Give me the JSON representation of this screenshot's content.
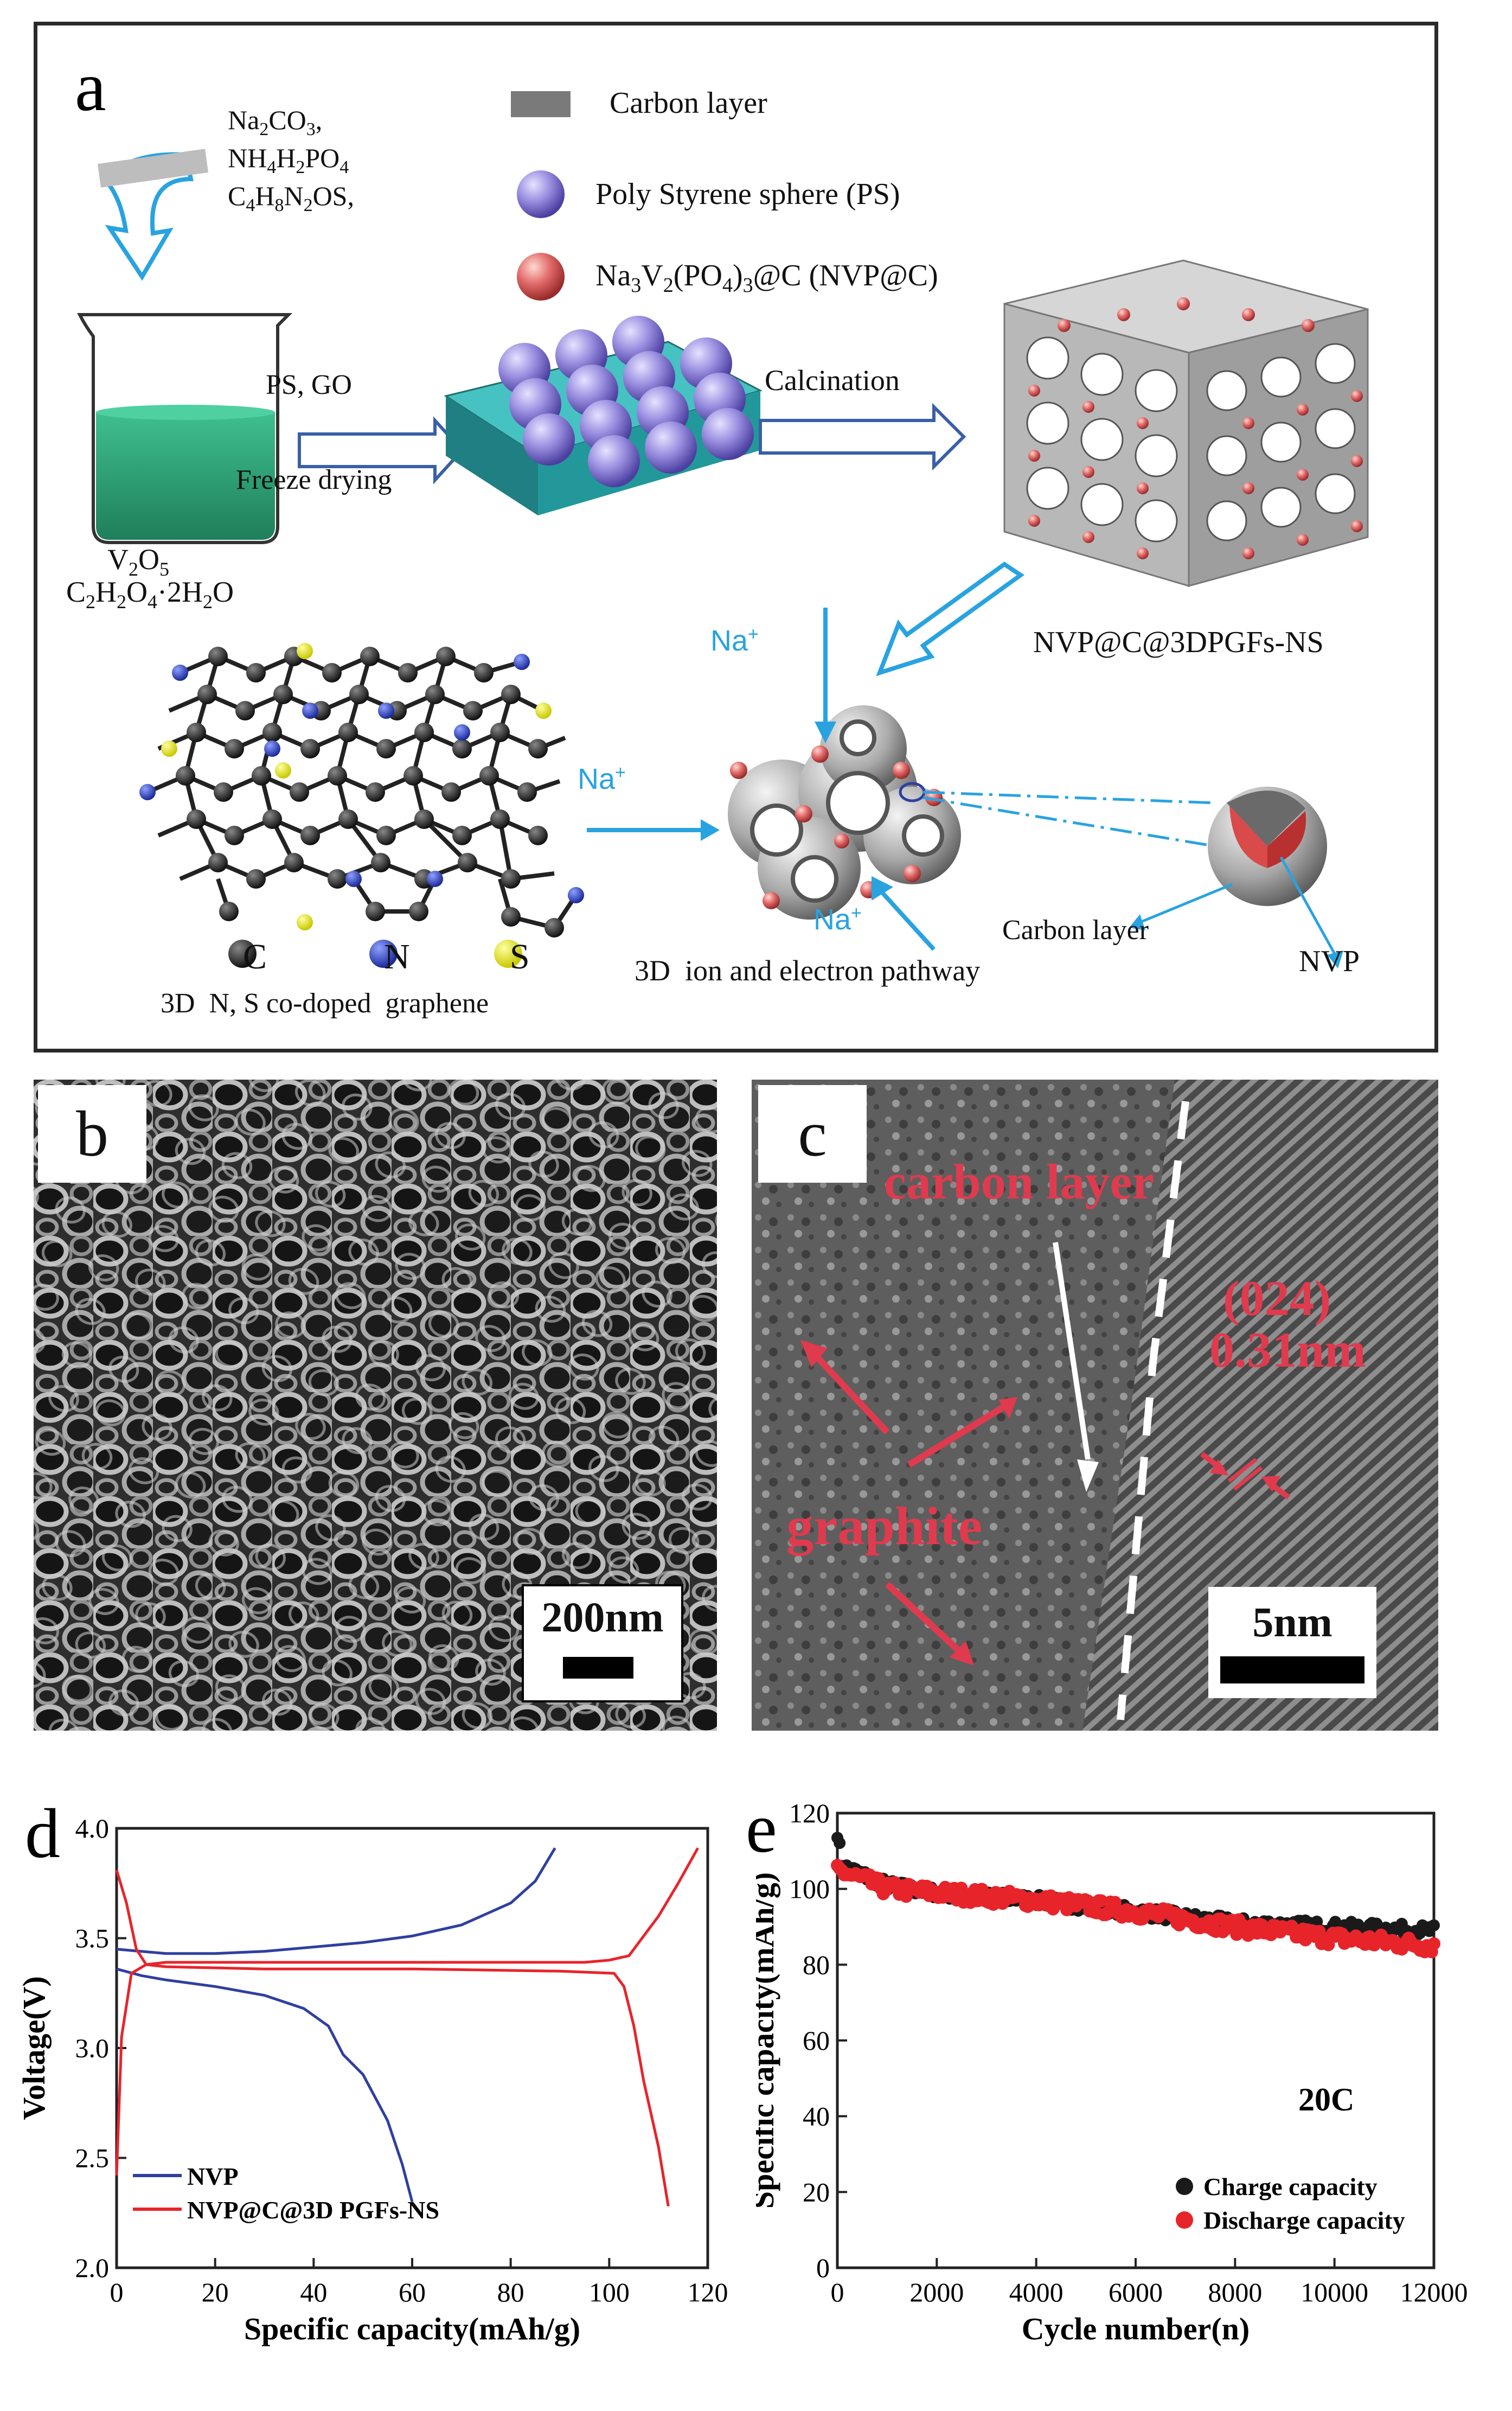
{
  "panel_a": {
    "letter": "a",
    "legend": [
      {
        "label": "Carbon layer",
        "icon": "carbon-layer-swatch"
      },
      {
        "label": "Poly Styrene sphere (PS)",
        "icon": "ps-sphere-icon"
      },
      {
        "label": "Na3V2(PO4)3@C (NVP@C)",
        "icon": "nvp-sphere-icon"
      }
    ],
    "reagents": [
      "Na2CO3,",
      "NH4H2PO4",
      "C4H8N2OS,"
    ],
    "beaker_label": [
      "V2O5",
      "C2H2O4·2H2O"
    ],
    "step1_top": "PS, GO",
    "step1_bottom": "Freeze drying",
    "step2": "Calcination",
    "product": "NVP@C@3DPGFs-NS",
    "graphene_legend": {
      "C": "C",
      "N": "N",
      "S": "S"
    },
    "graphene_caption": "3D  N, S co-doped  graphene",
    "pathway_caption": "3D  ion and electron pathway",
    "na_ion": "Na",
    "na_sup": "+",
    "carbon_layer": "Carbon layer",
    "nvp": "NVP",
    "colors": {
      "arrow_blue": "#29a3e0",
      "carbon_grey": "#7a7a7a",
      "ps_purple": "#9a8fe0",
      "nvp_red": "#e26b6b",
      "substrate": "#2aa7a7"
    }
  },
  "panel_b": {
    "letter": "b",
    "scale": "200nm"
  },
  "panel_c": {
    "letter": "c",
    "carbon_layer": "carbon layer",
    "graphite": "graphite",
    "plane": "(024)",
    "spacing": "0.31nm",
    "scale": "5nm",
    "label_color": "#e03a4e"
  },
  "panel_d": {
    "letter": "d"
  },
  "panel_e": {
    "letter": "e",
    "rate": "20C"
  },
  "chart_data": [
    {
      "type": "line",
      "xlabel": "Specific capacity(mAh/g)",
      "ylabel": "Voltage(V)",
      "xlim": [
        0,
        120
      ],
      "ylim": [
        2.0,
        4.0
      ],
      "xticks": [
        "0",
        "20",
        "40",
        "60",
        "80",
        "100",
        "120"
      ],
      "yticks": [
        "2.0",
        "2.5",
        "3.0",
        "3.5",
        "4.0"
      ],
      "legend_position": "bottom-left",
      "series": [
        {
          "name": "NVP",
          "color": "#2f3fa0",
          "charge": [
            [
              0,
              3.45
            ],
            [
              5,
              3.44
            ],
            [
              10,
              3.43
            ],
            [
              20,
              3.43
            ],
            [
              30,
              3.44
            ],
            [
              40,
              3.46
            ],
            [
              50,
              3.48
            ],
            [
              60,
              3.51
            ],
            [
              70,
              3.56
            ],
            [
              80,
              3.66
            ],
            [
              85,
              3.76
            ],
            [
              89,
              3.91
            ]
          ],
          "discharge": [
            [
              0,
              3.36
            ],
            [
              5,
              3.33
            ],
            [
              10,
              3.31
            ],
            [
              20,
              3.28
            ],
            [
              30,
              3.24
            ],
            [
              38,
              3.18
            ],
            [
              43,
              3.1
            ],
            [
              46,
              2.97
            ],
            [
              50,
              2.88
            ],
            [
              55,
              2.67
            ],
            [
              58,
              2.47
            ],
            [
              60,
              2.3
            ]
          ]
        },
        {
          "name": "NVP@C@3D PGFs-NS",
          "color": "#e8242b",
          "charge": [
            [
              0,
              2.42
            ],
            [
              1,
              3.05
            ],
            [
              3,
              3.34
            ],
            [
              6,
              3.38
            ],
            [
              10,
              3.39
            ],
            [
              20,
              3.39
            ],
            [
              40,
              3.39
            ],
            [
              60,
              3.39
            ],
            [
              80,
              3.39
            ],
            [
              95,
              3.39
            ],
            [
              100,
              3.4
            ],
            [
              104,
              3.42
            ],
            [
              106,
              3.48
            ],
            [
              110,
              3.6
            ],
            [
              114,
              3.75
            ],
            [
              118,
              3.91
            ]
          ],
          "discharge": [
            [
              0,
              3.81
            ],
            [
              2,
              3.66
            ],
            [
              4,
              3.45
            ],
            [
              6,
              3.38
            ],
            [
              10,
              3.37
            ],
            [
              30,
              3.36
            ],
            [
              60,
              3.36
            ],
            [
              90,
              3.35
            ],
            [
              101,
              3.34
            ],
            [
              103,
              3.28
            ],
            [
              105,
              3.1
            ],
            [
              107,
              2.85
            ],
            [
              110,
              2.55
            ],
            [
              112,
              2.28
            ]
          ]
        }
      ]
    },
    {
      "type": "scatter",
      "xlabel": "Cycle number(n)",
      "ylabel": "Specific capacity(mAh/g)",
      "xlim": [
        0,
        12000
      ],
      "ylim": [
        0,
        120
      ],
      "xticks": [
        "0",
        "2000",
        "4000",
        "6000",
        "8000",
        "10000",
        "12000"
      ],
      "yticks": [
        "0",
        "20",
        "40",
        "60",
        "80",
        "100",
        "120"
      ],
      "legend_position": "bottom-right",
      "series": [
        {
          "name": "Charge capacity",
          "color": "#1a1a1a",
          "trend": [
            [
              0,
              115
            ],
            [
              100,
              106
            ],
            [
              1000,
              101
            ],
            [
              2000,
              99
            ],
            [
              4000,
              97
            ],
            [
              6000,
              94
            ],
            [
              8000,
              91
            ],
            [
              10000,
              90
            ],
            [
              12000,
              89
            ]
          ]
        },
        {
          "name": "Discharge capacity",
          "color": "#e8242b",
          "trend": [
            [
              0,
              105
            ],
            [
              1000,
              100
            ],
            [
              2000,
              99
            ],
            [
              4000,
              97
            ],
            [
              6000,
              94
            ],
            [
              8000,
              90
            ],
            [
              10000,
              87
            ],
            [
              12000,
              85
            ]
          ]
        }
      ]
    }
  ]
}
